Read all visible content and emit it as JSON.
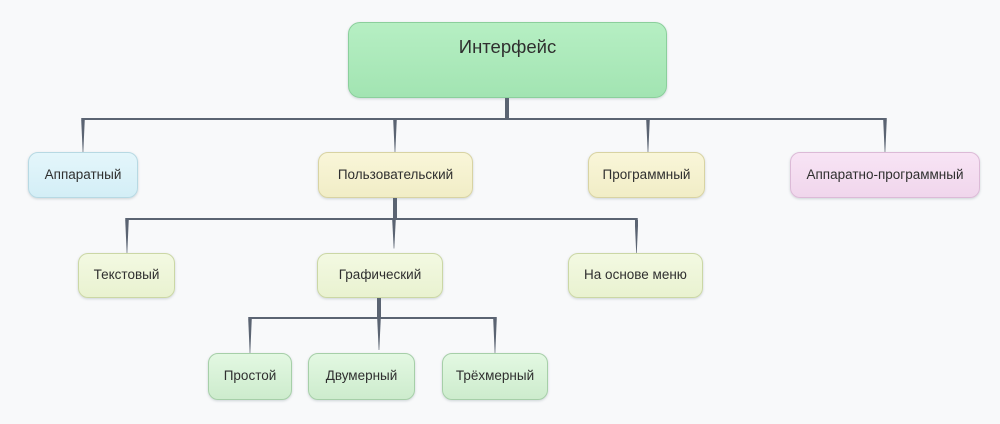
{
  "background_color": "#f8f9fa",
  "text_color": "#2f2f2f",
  "connector_color": "#5b6472",
  "diagram": {
    "type": "hierarchy-tree",
    "title": "Интерфейс",
    "hierarchy": {
      "Интерфейс": [
        "Аппаратный",
        "Пользовательский",
        "Программный",
        "Аппаратно-программный"
      ],
      "Пользовательский": [
        "Текстовый",
        "Графический",
        "На основе меню"
      ],
      "Графический": [
        "Простой",
        "Двумерный",
        "Трёхмерный"
      ]
    }
  },
  "nodes": {
    "interface": {
      "label": "Интерфейс",
      "color": "root_green"
    },
    "hardware": {
      "label": "Аппаратный",
      "color": "blue"
    },
    "user": {
      "label": "Пользовательский",
      "color": "cream"
    },
    "software": {
      "label": "Программный",
      "color": "cream"
    },
    "hardware_software": {
      "label": "Аппаратно-программный",
      "color": "pink"
    },
    "text_mode": {
      "label": "Текстовый",
      "color": "pale_green"
    },
    "graphical": {
      "label": "Графический",
      "color": "pale_green"
    },
    "menu_based": {
      "label": "На основе меню",
      "color": "pale_green"
    },
    "simple": {
      "label": "Простой",
      "color": "green"
    },
    "two_d": {
      "label": "Двумерный",
      "color": "green"
    },
    "three_d": {
      "label": "Трёхмерный",
      "color": "green"
    }
  },
  "palette": {
    "root_green": {
      "top": "#b6efc3",
      "bottom": "#a2e4b2",
      "border": "#8bcf9c"
    },
    "blue": {
      "top": "#e4f6fb",
      "bottom": "#d3eef6",
      "border": "#b7d9e3"
    },
    "cream": {
      "top": "#f9f6d9",
      "bottom": "#f1edc6",
      "border": "#d8d3a3"
    },
    "pink": {
      "top": "#f8e4f5",
      "bottom": "#f0d6ec",
      "border": "#dcbad7"
    },
    "pale_green": {
      "top": "#f3f9e2",
      "bottom": "#e9f2d0",
      "border": "#cbd7a5"
    },
    "green": {
      "top": "#e3f8e2",
      "bottom": "#cdeccd",
      "border": "#a6cfa8"
    }
  }
}
